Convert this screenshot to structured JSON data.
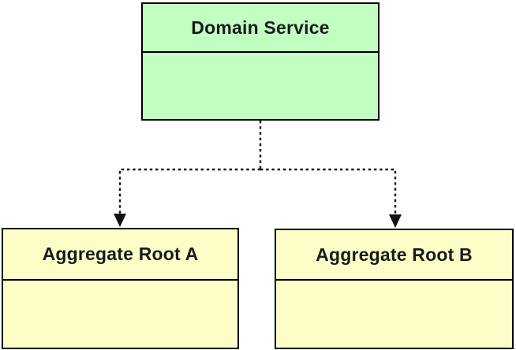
{
  "diagram": {
    "type": "uml-class-diagram",
    "nodes": [
      {
        "id": "domain-service",
        "label": "Domain Service",
        "fill": "#c2fec2",
        "compartments": 2
      },
      {
        "id": "aggregate-root-a",
        "label": "Aggregate Root A",
        "fill": "#fdfdc8",
        "compartments": 2
      },
      {
        "id": "aggregate-root-b",
        "label": "Aggregate Root B",
        "fill": "#fdfdc8",
        "compartments": 2
      }
    ],
    "edges": [
      {
        "from": "domain-service",
        "to": "aggregate-root-a",
        "line": "dashed",
        "arrow": "filled-triangle"
      },
      {
        "from": "domain-service",
        "to": "aggregate-root-b",
        "line": "dashed",
        "arrow": "filled-triangle"
      }
    ],
    "colors": {
      "node_green": "#c2fec2",
      "node_yellow": "#fdfdc8",
      "border": "#000000",
      "edge": "#111111",
      "background": "#ffffff"
    }
  }
}
